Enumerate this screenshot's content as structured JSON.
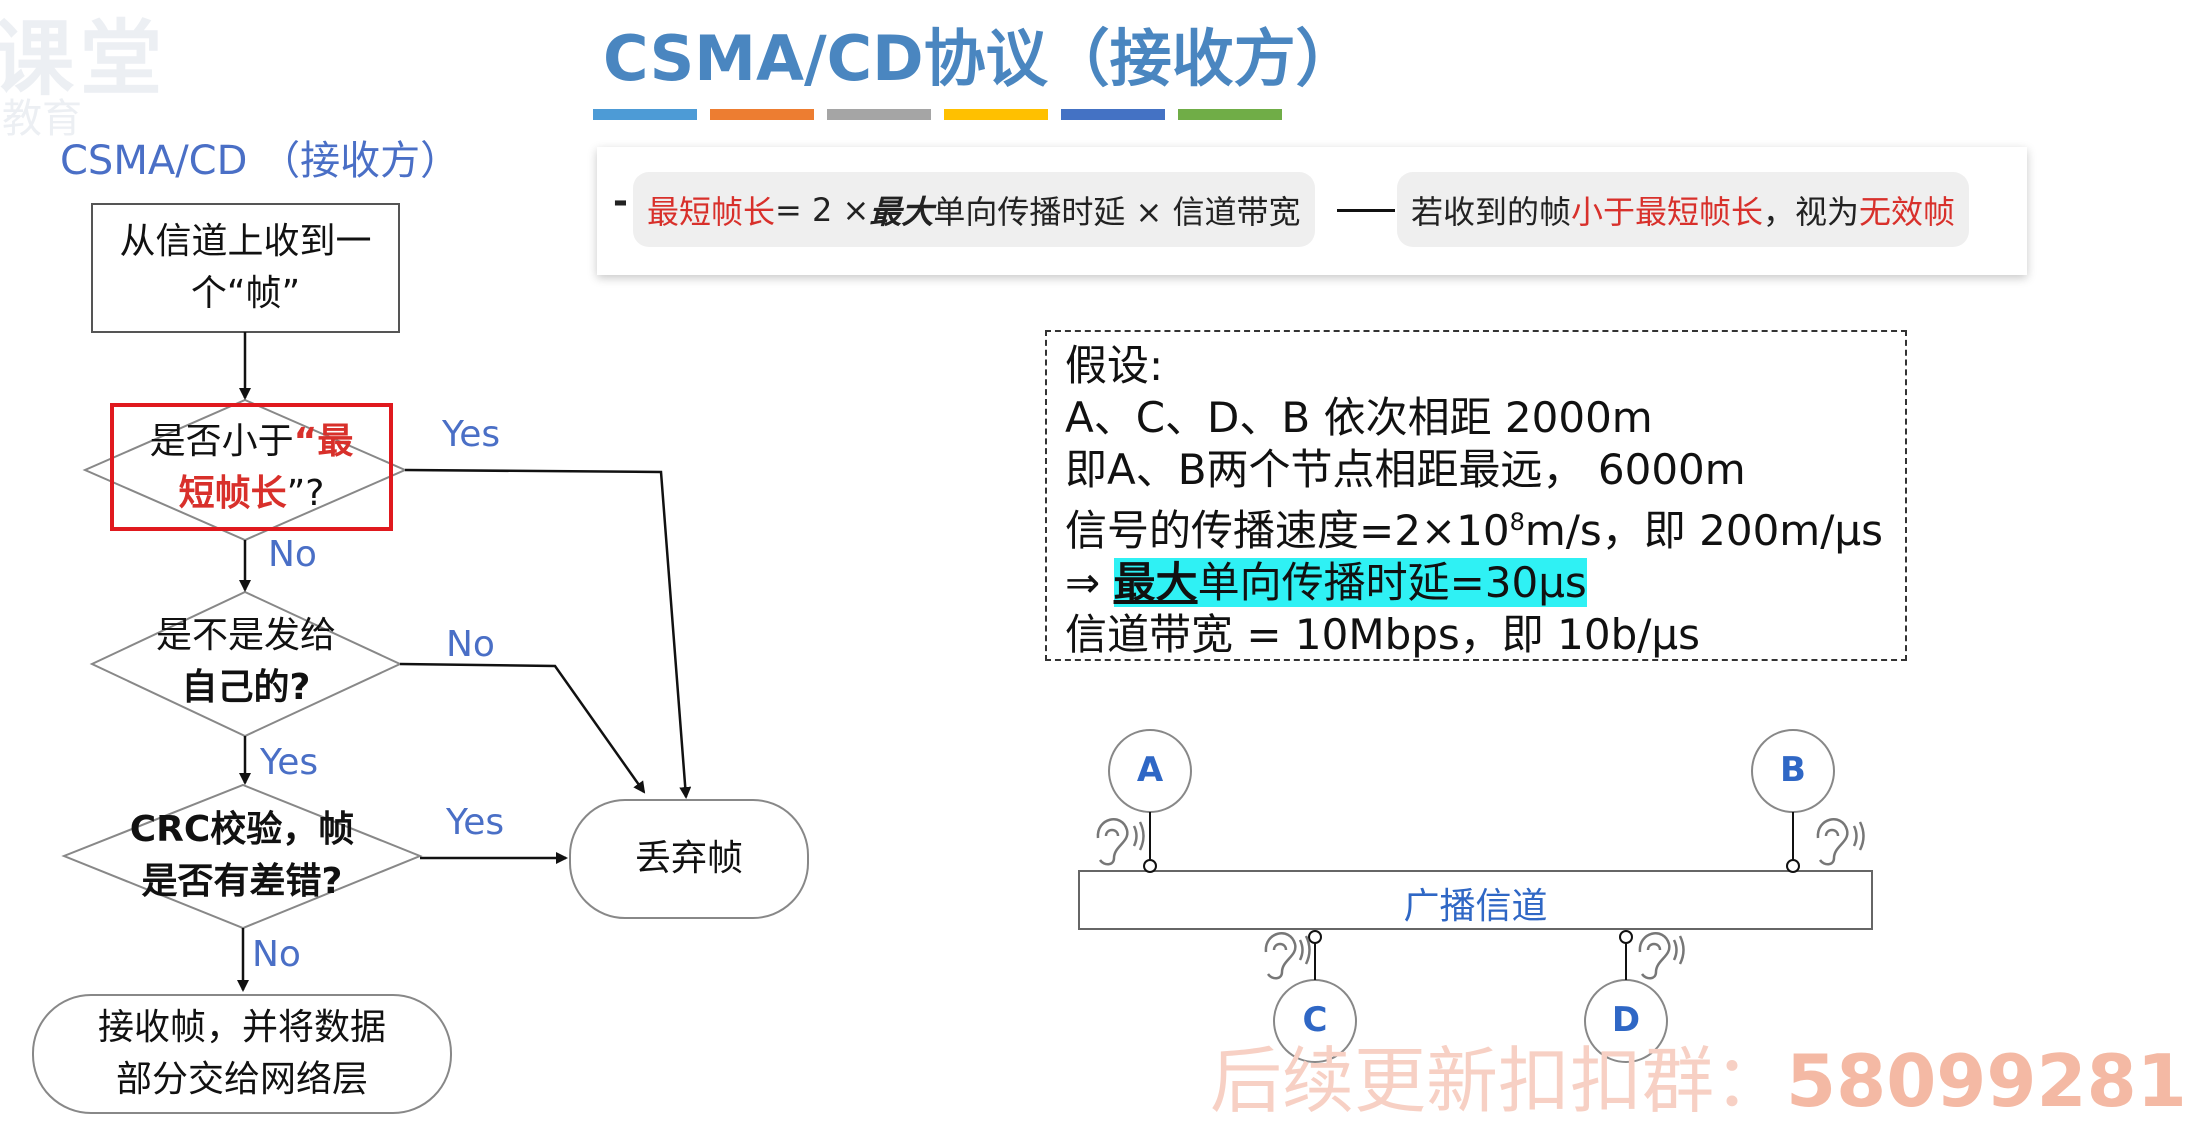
{
  "watermark_top": {
    "line1": "课堂",
    "line2": "教育"
  },
  "title": "CSMA/CD协议（接收方）",
  "color_bars": [
    "#4d9bd6",
    "#ed7d31",
    "#a5a5a5",
    "#ffc000",
    "#4472c4",
    "#70ad47"
  ],
  "flow": {
    "subtitle": "CSMA/CD （接收方）",
    "start": {
      "line1": "从信道上收到一",
      "line2": "个“帧”"
    },
    "check_min": {
      "line1_plain": "是否小于",
      "line1_red": "“最",
      "line2_red": "短帧长",
      "line2_plain": "”?"
    },
    "check_self": {
      "line1": "是不是发给",
      "line2": "自己的?"
    },
    "check_crc": {
      "line1": "CRC校验，帧",
      "line2": "是否有差错?"
    },
    "discard": "丢弃帧",
    "accept": {
      "line1": "接收帧，并将数据",
      "line2": "部分交给网络层"
    },
    "labels": {
      "yes1": "Yes",
      "no1": "No",
      "no2": "No",
      "yes2": "Yes",
      "yes3": "Yes",
      "no3": "No"
    }
  },
  "formula": {
    "dash": "-",
    "term1": "最短帧长",
    "eq": " = 2 × ",
    "term2": "最大",
    "term3": "单向传播时延 × 信道带宽",
    "right_plain1": "若收到的帧",
    "right_red1": "小于最短帧长",
    "right_plain2": "，视为",
    "right_red2": "无效帧"
  },
  "assumption": {
    "line1": "假设:",
    "line2": "A、C、D、B 依次相距 2000m",
    "line3": "即A、B两个节点相距最远， 6000m",
    "line4_a": "信号的传播速度=2×10",
    "line4_sup": "8",
    "line4_b": "m/s，即 200m/μs",
    "line5_arrow": "⇒ ",
    "line5_bold": "最大",
    "line5_rest": "单向传播时延=30μs",
    "line6": "信道带宽 = 10Mbps，即 10b/μs"
  },
  "network": {
    "channel_label": "广播信道",
    "nodes": [
      "A",
      "B",
      "C",
      "D"
    ]
  },
  "watermark_bottom": {
    "text": "后续更新扣扣群：",
    "number": "58099281"
  }
}
